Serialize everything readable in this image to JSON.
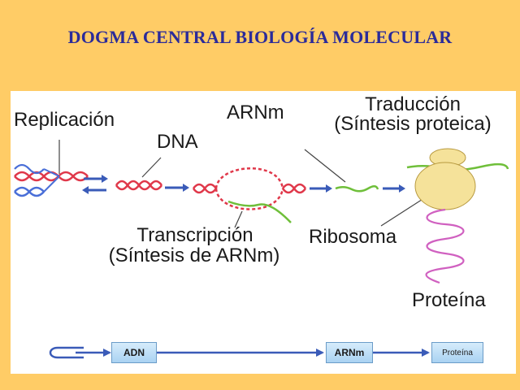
{
  "title": "DOGMA CENTRAL BIOLOGÍA MOLECULAR",
  "labels": {
    "replicacion": "Replicación",
    "dna": "DNA",
    "arnm": "ARNm",
    "traduccion": "Traducción",
    "traduccion_sub": "(Síntesis proteica)",
    "transcripcion": "Transcripción",
    "transcripcion_sub": "(Síntesis de ARNm)",
    "ribosoma": "Ribosoma",
    "proteina": "Proteína"
  },
  "flow": {
    "boxes": [
      "ADN",
      "ARNm",
      "Proteína"
    ]
  },
  "colors": {
    "background": "#FFCC66",
    "title": "#2B2B9A",
    "dna_red": "#E0384A",
    "dna_blue": "#4A6FD8",
    "mrna_green": "#6FBF3A",
    "ribosome": "#F5E29A",
    "protein": "#D060C0",
    "arrow": "#3A5BB8"
  }
}
